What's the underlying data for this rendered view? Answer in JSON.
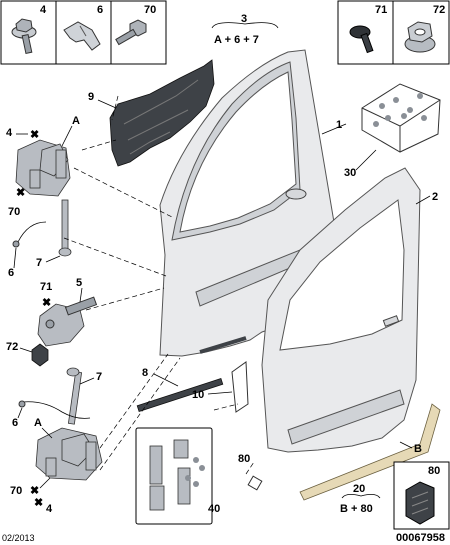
{
  "top_boxes": [
    {
      "ref": "4",
      "name": "hex-flange-screw"
    },
    {
      "ref": "6",
      "name": "cable-clip"
    },
    {
      "ref": "70",
      "name": "bolt"
    },
    {
      "ref": "71",
      "name": "torx-bolt"
    },
    {
      "ref": "72",
      "name": "flange-nut"
    }
  ],
  "kits": [
    {
      "ref": "3",
      "formula": "A + 6 + 7"
    },
    {
      "ref": "20",
      "formula": "B + 80"
    }
  ],
  "callouts": {
    "c1": "1",
    "c2": "2",
    "c4a": "4",
    "c4b": "4",
    "c5": "5",
    "c6a": "6",
    "c6b": "6",
    "c7a": "7",
    "c7b": "7",
    "c8": "8",
    "c9": "9",
    "c10": "10",
    "c30": "30",
    "c40": "40",
    "c70a": "70",
    "c70b": "70",
    "c71": "71",
    "c72": "72",
    "c80": "80",
    "cAa": "A",
    "cAb": "A",
    "cB": "B"
  },
  "inset_80": {
    "ref": "80"
  },
  "footer": {
    "date": "02/2013",
    "code": "00067958"
  }
}
